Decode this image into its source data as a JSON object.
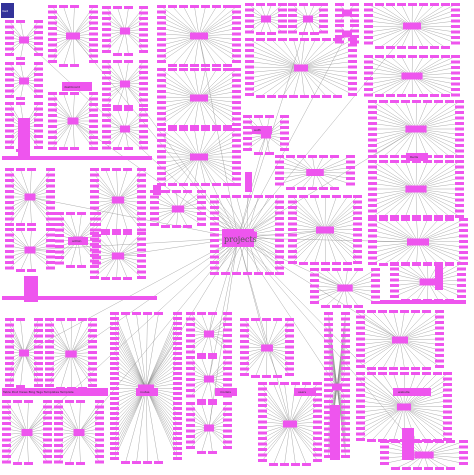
{
  "colors": {
    "node": "#ee55ee",
    "edge": "#8a8a8a",
    "background": "#ffffff",
    "root_box": "#333399"
  },
  "labels": {
    "corner": "bsd",
    "root": "projects",
    "cluster_a": "dashboard",
    "cluster_b": "auth",
    "cluster_c": "Redis",
    "cluster_d": "admin",
    "cluster_e": "routes",
    "cluster_f": "models",
    "cluster_g": "users",
    "cluster_h": "website",
    "footer_chain": "Table Post Views Blog Tags Templates Template"
  }
}
